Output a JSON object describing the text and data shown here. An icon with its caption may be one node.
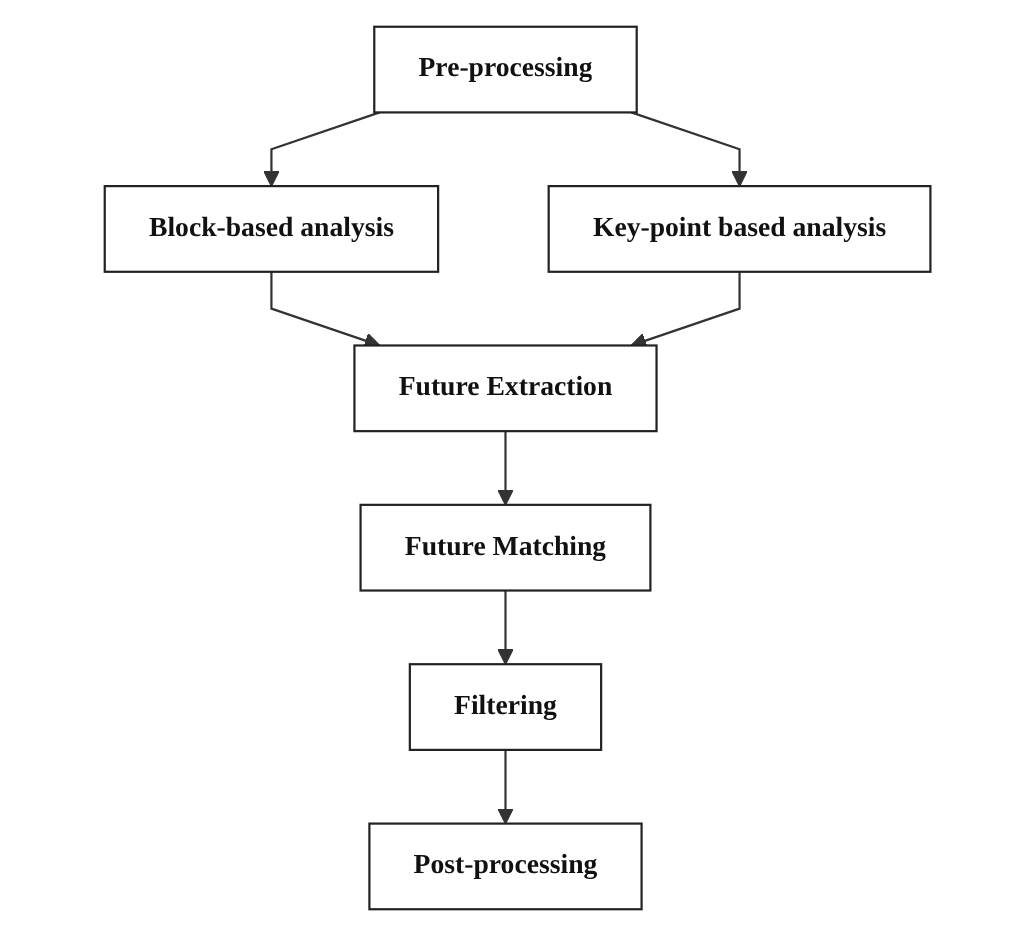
{
  "diagram": {
    "nodes": [
      {
        "text": [
          "Pre-processing"
        ]
      },
      {
        "text": [
          "Block-based analysis"
        ]
      },
      {
        "text": [
          "Key-point based analysis"
        ]
      },
      {
        "text": [
          "Future Extraction"
        ]
      },
      {
        "text": [
          "Future Matching"
        ]
      },
      {
        "text": [
          "Filtering"
        ]
      },
      {
        "text": [
          "Post-processing"
        ]
      }
    ],
    "edges": [
      {
        "from": 0,
        "to": 1,
        "arrow": "to"
      },
      {
        "from": 0,
        "to": 2,
        "arrow": "to"
      },
      {
        "from": 1,
        "to": 3,
        "arrow": "to"
      },
      {
        "from": 2,
        "to": 3,
        "arrow": "to"
      },
      {
        "from": 3,
        "to": 4,
        "arrow": "to"
      },
      {
        "from": 4,
        "to": 5,
        "arrow": "to"
      },
      {
        "from": 5,
        "to": 6,
        "arrow": "to"
      }
    ]
  }
}
